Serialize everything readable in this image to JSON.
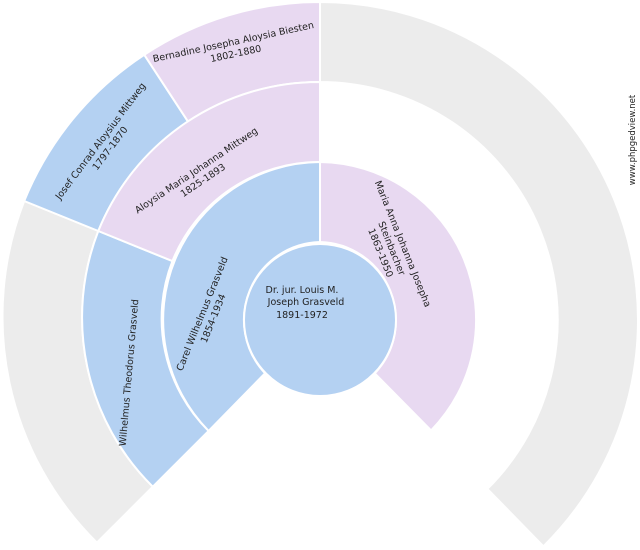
{
  "colors": {
    "male": "#b4d1f2",
    "female": "#e8d9f1",
    "empty": "#ececec"
  },
  "site": "www.phpgedview.net",
  "root": {
    "name_line1": "Dr. jur. Louis M.",
    "name_line2": "Joseph Grasveld",
    "years": "1891-1972"
  },
  "people": [
    {
      "id": "p-carel",
      "gen": 1,
      "sex": "male",
      "name": "Carel Wilhelmus Grasveld",
      "years": "1854-1934"
    },
    {
      "id": "p-maria-anna",
      "gen": 1,
      "sex": "female",
      "name": "Maria Anna Johanna Josepha",
      "name2": "Steinbacher",
      "years": "1863-1950"
    },
    {
      "id": "p-wilhelmus",
      "gen": 2,
      "sex": "male",
      "name": "Wilhelmus Theodorus Grasveld",
      "years": ""
    },
    {
      "id": "p-aloysia",
      "gen": 2,
      "sex": "female",
      "name": "Aloysia Maria Johanna Mittweg",
      "years": "1825-1893"
    },
    {
      "id": "p-josef",
      "gen": 3,
      "sex": "male",
      "name": "Josef Conrad Aloysius Mittweg",
      "years": "1797-1870"
    },
    {
      "id": "p-bernadine",
      "gen": 3,
      "sex": "female",
      "name": "Bernadine Josepha Aloysia Biesten",
      "years": "1802-1880"
    }
  ]
}
